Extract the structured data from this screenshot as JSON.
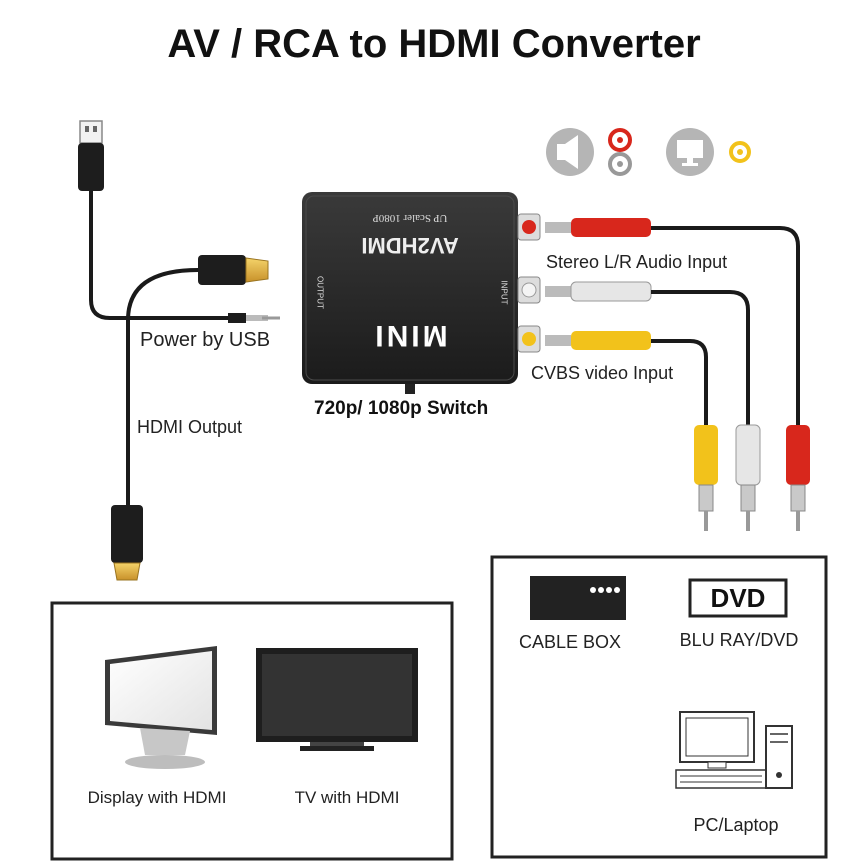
{
  "title": "AV / RCA to HDMI Converter",
  "device": {
    "brand_text": "MINI",
    "model_text": "AV2HDMI",
    "sub_text": "UP Scaler 1080P",
    "output_port_label": "OUTPUT",
    "input_port_label": "INPUT"
  },
  "labels": {
    "power": "Power by USB",
    "hdmi_output": "HDMI Output",
    "switch": "720p/ 1080p Switch",
    "stereo_input": "Stereo L/R Audio Input",
    "cvbs_input": "CVBS video Input"
  },
  "outputs_box": {
    "display": "Display with HDMI",
    "tv": "TV with HDMI"
  },
  "sources_box": {
    "cable_box": "CABLE BOX",
    "dvd_logo": "DVD",
    "bluray": "BLU RAY/DVD",
    "pc": "PC/Laptop"
  },
  "colors": {
    "rca_red": "#d8271c",
    "rca_white": "#e6e6e6",
    "rca_yellow": "#f2c21b",
    "hdmi_gold": "#e2b23a",
    "device_body": "#2a2a2a"
  }
}
